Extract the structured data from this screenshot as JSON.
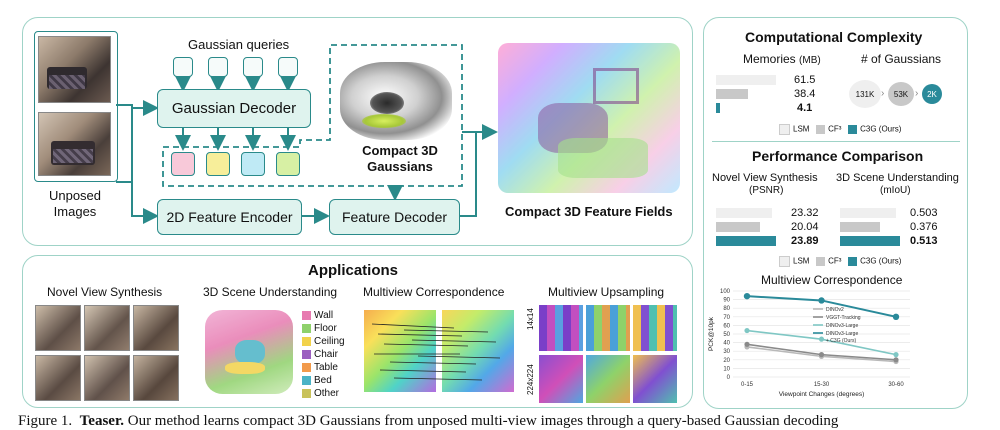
{
  "pipeline": {
    "gaussian_queries_label": "Gaussian queries",
    "gaussian_decoder_label": "Gaussian Decoder",
    "feature_encoder_label": "2D Feature Encoder",
    "feature_decoder_label": "Feature Decoder",
    "compact_gaussians_label": "Compact 3D\nGaussians",
    "compact_fields_label": "Compact 3D Feature Fields",
    "unposed_label": "Unposed\nImages",
    "query_colors": [
      "#f8c9d9",
      "#f7ee9a",
      "#bfeaf5",
      "#d7f0a4"
    ]
  },
  "complexity": {
    "title": "Computational Complexity",
    "memories_label": "Memories",
    "memories_unit": "(MB)",
    "num_gaussians_label": "# of Gaussians",
    "memory_values": [
      "61.5",
      "38.4",
      "4.1"
    ],
    "gaussian_counts": [
      "131K",
      "53K",
      "2K"
    ],
    "legend": [
      "LSM",
      "CF³",
      "C3G (Ours)"
    ]
  },
  "performance": {
    "title": "Performance Comparison",
    "nvs_label": "Novel View Synthesis",
    "nvs_unit": "(PSNR)",
    "seg_label": "3D Scene Understanding",
    "seg_unit": "(mIoU)",
    "psnr_values": [
      "23.32",
      "20.04",
      "23.89"
    ],
    "miou_values": [
      "0.503",
      "0.376",
      "0.513"
    ],
    "legend": [
      "LSM",
      "CF³",
      "C3G (Ours)"
    ]
  },
  "applications": {
    "title": "Applications",
    "items": [
      "Novel View Synthesis",
      "3D Scene Understanding",
      "Multiview Correspondence",
      "Multiview Upsampling"
    ],
    "seg_legend": [
      "Wall",
      "Floor",
      "Ceiling",
      "Chair",
      "Table",
      "Bed",
      "Other"
    ],
    "seg_colors": [
      "#e77ab0",
      "#8fd16b",
      "#f2d24a",
      "#9b5fc0",
      "#f29a4b",
      "#4bb3c6",
      "#c9c25a"
    ],
    "upsampling_rows": [
      "14x14",
      "224x224"
    ]
  },
  "correspondence_chart": {
    "title": "Multiview Correspondence"
  },
  "chart_data": {
    "type": "line",
    "title": "Multiview Correspondence",
    "xlabel": "Viewpoint Changes (degrees)",
    "ylabel": "PCK@10pk",
    "categories": [
      "0-15",
      "15-30",
      "30-60"
    ],
    "ylim": [
      0,
      100
    ],
    "yticks": [
      0,
      10,
      20,
      30,
      40,
      50,
      60,
      70,
      80,
      90,
      100
    ],
    "grid": true,
    "legend_position": "right",
    "series": [
      {
        "name": "DINOv2",
        "values": [
          35,
          24,
          18
        ],
        "color": "#b9b9b9"
      },
      {
        "name": "VGGT-Tracking",
        "values": [
          38,
          26,
          20
        ],
        "color": "#8a8a8a"
      },
      {
        "name": "DINOv3-Large",
        "values": [
          54,
          44,
          26
        ],
        "color": "#7fc7c4"
      },
      {
        "name": "DINOv3-Large\n+ C3G (Ours)",
        "values": [
          94,
          89,
          70
        ],
        "color": "#2a8a9a"
      }
    ]
  },
  "caption": {
    "prefix": "Figure 1.",
    "bold": "Teaser.",
    "text": "Our method learns compact 3D Gaussians from unposed multi-view images through a query-based Gaussian decoding"
  }
}
